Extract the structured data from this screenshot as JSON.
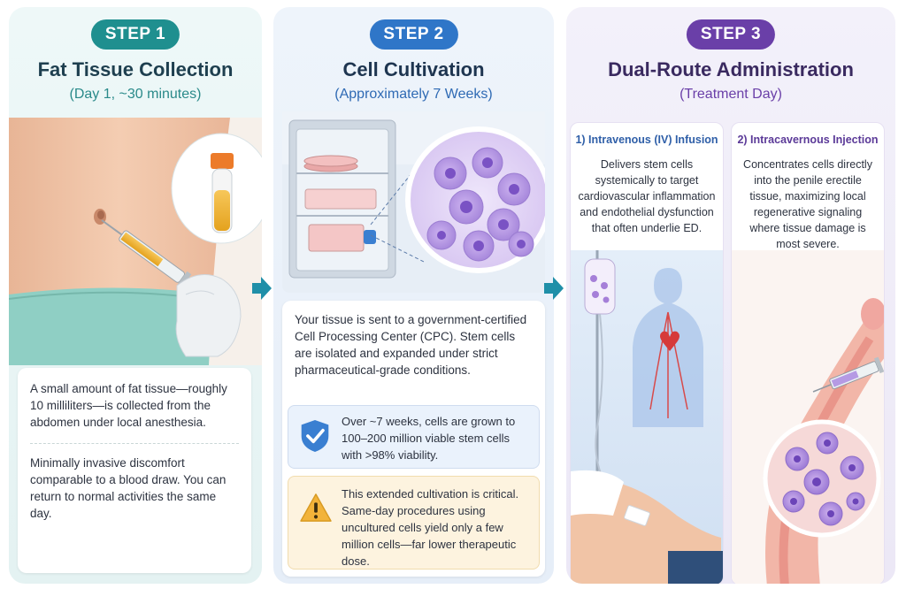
{
  "step1": {
    "badge": "STEP 1",
    "title": "Fat Tissue Collection",
    "subtitle": "(Day 1, ~30 minutes)",
    "text1": "A small amount of fat tissue—roughly 10 milliliters—is collected from the abdomen under local anesthesia.",
    "text2": "Minimally invasive discomfort comparable to a blood draw. You can return to normal activities the same day."
  },
  "step2": {
    "badge": "STEP 2",
    "title": "Cell Cultivation",
    "subtitle": "(Approximately 7 Weeks)",
    "text": "Your tissue is sent to a government-certified Cell Processing Center (CPC). Stem cells are isolated and expanded under strict pharmaceutical-grade conditions.",
    "info_note": "Over ~7 weeks, cells are grown to 100–200 million viable stem cells with >98% viability.",
    "warning_note": "This extended cultivation is critical. Same-day procedures using uncultured cells yield only a few million cells—far lower therapeutic dose."
  },
  "step3": {
    "badge": "STEP 3",
    "title": "Dual-Route Administration",
    "subtitle": "(Treatment Day)",
    "route1": {
      "title": "1) Intravenous (IV) Infusion",
      "text": "Delivers stem cells systemically to target cardiovascular inflammation and endothelial dysfunction that often underlie ED."
    },
    "route2": {
      "title": "2) Intracavernous Injection",
      "text": "Concentrates cells directly into the penile erectile tissue, maximizing local regenerative signaling where tissue damage is most severe."
    }
  },
  "colors": {
    "step1": "#1f8f8f",
    "step2": "#2f76c8",
    "step3": "#6a3fa8",
    "arrow": "#1f8fa8",
    "warning": "#f2b33a"
  },
  "icons": [
    "shield-check-icon",
    "warning-icon",
    "arrow-right-icon"
  ]
}
